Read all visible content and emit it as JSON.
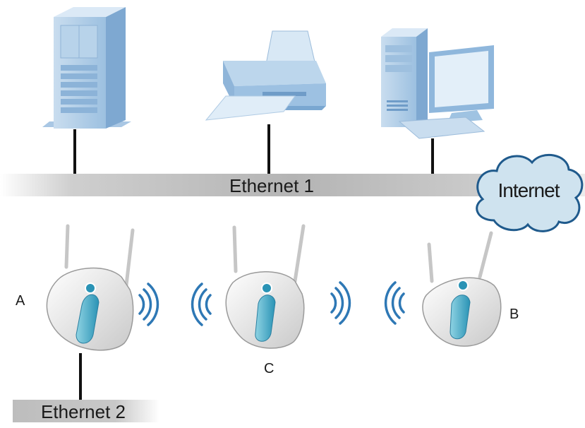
{
  "diagram": {
    "buses": {
      "ethernet1": "Ethernet 1",
      "ethernet2": "Ethernet 2"
    },
    "cloud": "Internet",
    "access_points": {
      "a": "A",
      "b": "B",
      "c": "C"
    },
    "devices": [
      "server",
      "printer",
      "desktop-computer"
    ],
    "colors": {
      "device_blue": "#8fb7dc",
      "cloud_fill": "#cfe3ef",
      "cloud_stroke": "#1f5a8c",
      "wireless_waves": "#2e78b5",
      "ap_accent": "#3aaac4"
    }
  }
}
